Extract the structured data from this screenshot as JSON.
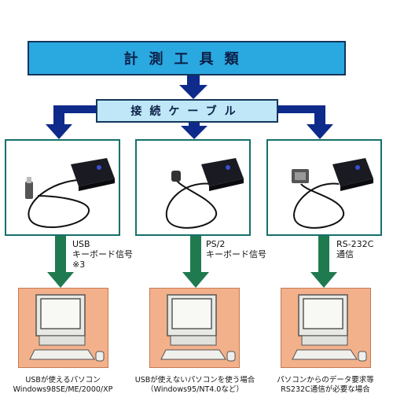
{
  "top_box": {
    "label": "計測工具類"
  },
  "cable_box": {
    "label": "接続ケーブル"
  },
  "columns": [
    {
      "cable_icon": "usb-cable-icon",
      "signal_lines": [
        "USB",
        "キーボード信号",
        "※3"
      ],
      "caption_lines": [
        "USBが使えるパソコン",
        "Windows98SE/ME/2000/XP"
      ]
    },
    {
      "cable_icon": "ps2-cable-icon",
      "signal_lines": [
        "PS/2",
        "キーボード信号"
      ],
      "caption_lines": [
        "USBが使えないパソコンを使う場合",
        "（Windows95/NT4.0など）"
      ]
    },
    {
      "cable_icon": "rs232c-cable-icon",
      "signal_lines": [
        "RS-232C",
        "通信"
      ],
      "caption_lines": [
        "パソコンからのデータ要求等",
        "RS232C通信が必要な場合"
      ]
    }
  ],
  "colors": {
    "top_box_fill": "#2aa8e0",
    "cable_box_fill": "#bfe7f7",
    "arrow_blue": "#0e2a8a",
    "arrow_green": "#1f7a4f",
    "pc_panel_fill": "#f2b18a"
  }
}
